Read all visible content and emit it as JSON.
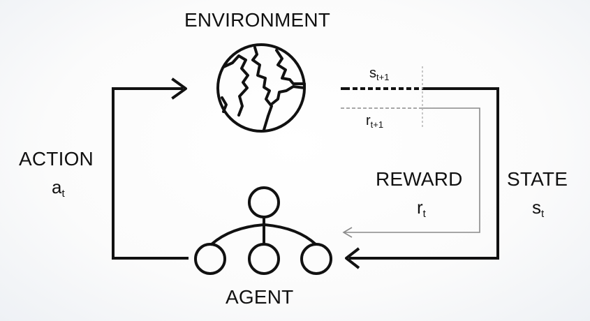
{
  "labels": {
    "environment": "ENVIRONMENT",
    "agent": "AGENT",
    "action": "ACTION",
    "action_symbol": "a",
    "action_sub": "t",
    "reward": "REWARD",
    "reward_symbol": "r",
    "reward_sub": "t",
    "state": "STATE",
    "state_symbol": "s",
    "state_sub": "t",
    "next_state_symbol": "s",
    "next_state_sub": "t+1",
    "next_reward_symbol": "r",
    "next_reward_sub": "t+1"
  },
  "colors": {
    "stroke": "#111111",
    "reward_line": "#8a8a8a",
    "divider": "#b0b0b0"
  },
  "icons": {
    "environment": "globe-icon",
    "agent": "agent-tree-icon"
  }
}
